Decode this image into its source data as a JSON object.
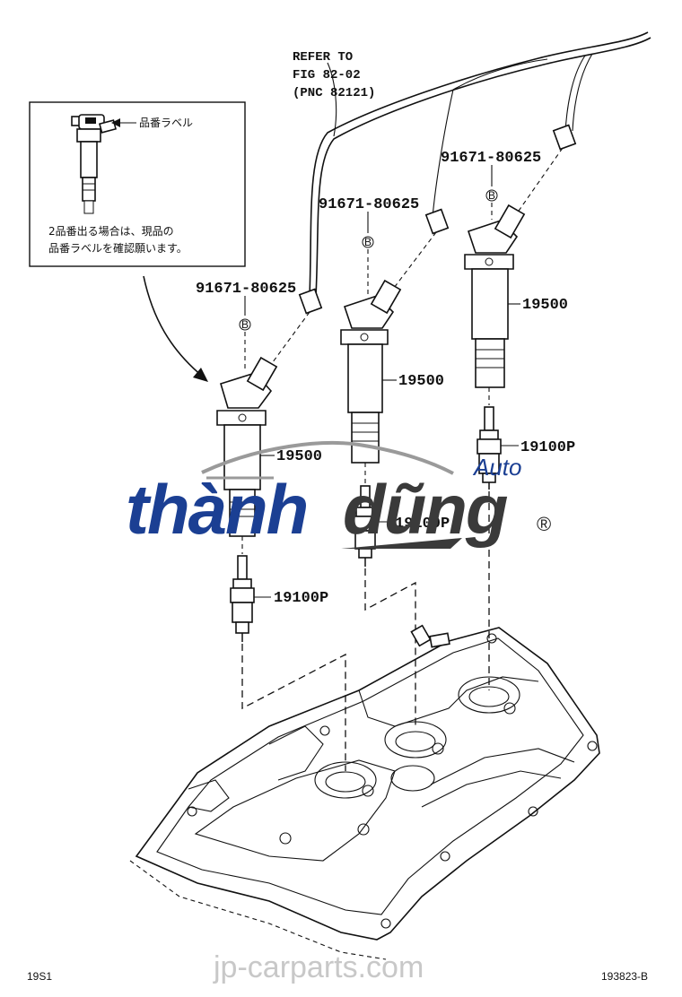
{
  "reference": {
    "line1": "REFER TO",
    "line2": "FIG 82-02",
    "line3": "(PNC 82121)"
  },
  "clamp_part_numbers": [
    "91671-80625",
    "91671-80625",
    "91671-80625"
  ],
  "clamp_marker": "B",
  "ignition_coil_labels": [
    "19500",
    "19500",
    "19500"
  ],
  "spark_plug_labels": [
    "19100P",
    "19100P",
    "19100P"
  ],
  "inset_note": {
    "label_text": "品番ラベル",
    "line1": "2品番出る場合は、現品の",
    "line2": "品番ラベルを確認願います。"
  },
  "footer": {
    "left_code": "19S1",
    "right_code": "193823-B"
  },
  "watermark": {
    "brand_dark": "thành",
    "brand_light": "dũng",
    "brand_suffix": "Auto",
    "registered": "®",
    "site": "jp-carparts.com"
  },
  "colors": {
    "brand_blue": "#1b3f93",
    "brand_grey": "#3a3a3a",
    "arc_grey": "#9a9a9a"
  }
}
